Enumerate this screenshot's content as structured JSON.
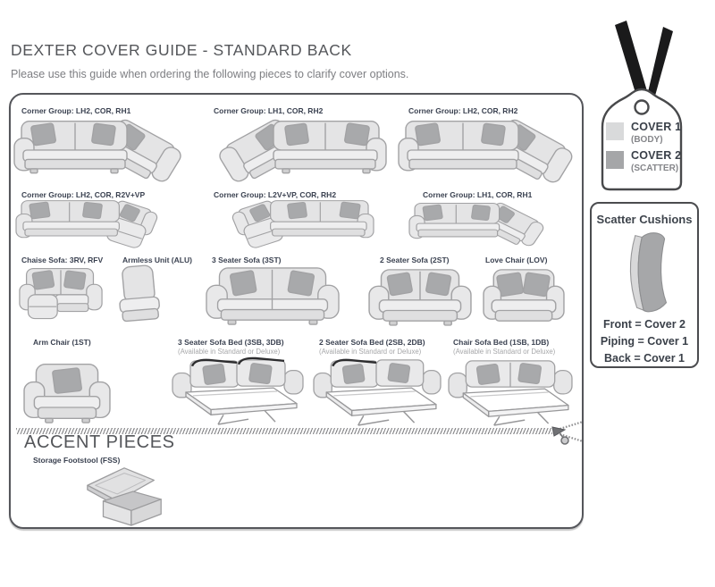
{
  "page": {
    "title": "DEXTER COVER GUIDE - STANDARD BACK",
    "subtitle": "Please use this guide when ordering the following pieces to clarify cover options."
  },
  "pieces": [
    {
      "label": "Corner Group: LH2, COR, RH1",
      "art": "corner-sofa-right"
    },
    {
      "label": "Corner Group: LH1, COR, RH2",
      "art": "corner-sofa-left"
    },
    {
      "label": "Corner Group: LH2, COR, RH2",
      "art": "corner-sofa-large"
    },
    {
      "label": "Corner Group: LH2, COR, R2V+VP",
      "art": "corner-chaise-right"
    },
    {
      "label": "Corner Group: L2V+VP, COR, RH2",
      "art": "corner-chaise-left"
    },
    {
      "label": "Corner Group: LH1, COR, RH1",
      "art": "corner-sofa-small"
    },
    {
      "label": "Chaise Sofa: 3RV, RFV",
      "art": "chaise-sofa"
    },
    {
      "label": "Armless Unit (ALU)",
      "art": "armless-unit"
    },
    {
      "label": "3 Seater Sofa (3ST)",
      "art": "three-seater-sofa"
    },
    {
      "label": "2 Seater Sofa (2ST)",
      "art": "two-seater-sofa"
    },
    {
      "label": "Love Chair (LOV)",
      "art": "love-chair"
    },
    {
      "label": "Arm Chair (1ST)",
      "art": "arm-chair"
    },
    {
      "label": "3 Seater Sofa Bed (3SB, 3DB)",
      "availability": "(Available in Standard or Deluxe)",
      "art": "three-seater-sofa-bed"
    },
    {
      "label": "2 Seater Sofa Bed (2SB, 2DB)",
      "availability": "(Available in Standard or Deluxe)",
      "art": "two-seater-sofa-bed"
    },
    {
      "label": "Chair Sofa Bed (1SB, 1DB)",
      "availability": "(Available in Standard or Deluxe)",
      "art": "chair-sofa-bed"
    }
  ],
  "accent": {
    "heading": "ACCENT PIECES",
    "item": {
      "label": "Storage Footstool (FSS)",
      "art": "storage-footstool"
    }
  },
  "legend_tag": {
    "cover1": {
      "label": "COVER 1",
      "sub": "(BODY)",
      "color": "#d9dadb"
    },
    "cover2": {
      "label": "COVER 2",
      "sub": "(SCATTER)",
      "color": "#a5a6a8"
    }
  },
  "scatter_panel": {
    "title": "Scatter Cushions",
    "lines": [
      "Front = Cover 2",
      "Piping = Cover 1",
      "Back = Cover 1"
    ]
  },
  "colors": {
    "sofa_body": "#e4e4e5",
    "scatter_cushion": "#a8a9ab",
    "outline": "#a2a2a4",
    "label_text": "#3a4150",
    "panel_border": "#55565b"
  }
}
